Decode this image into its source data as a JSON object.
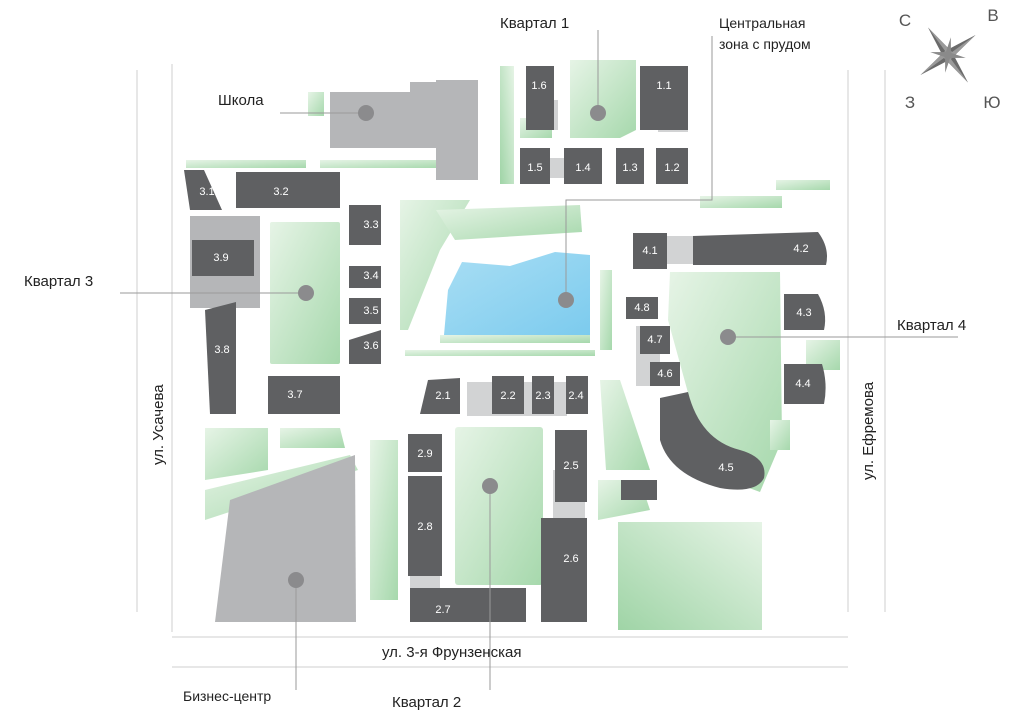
{
  "callouts": {
    "kvartal1": "Квартал 1",
    "central_zone_line1": "Центральная",
    "central_zone_line2": "зона с прудом",
    "school": "Школа",
    "kvartal3": "Квартал 3",
    "kvartal4": "Квартал 4",
    "business_center": "Бизнес-центр",
    "kvartal2": "Квартал 2"
  },
  "streets": {
    "left": "ул. Усачева",
    "right": "ул. Ефремова",
    "bottom": "ул. 3-я Фрунзенская"
  },
  "compass": {
    "n": "С",
    "e": "В",
    "w": "З",
    "s": "Ю"
  },
  "buildings": {
    "b1_1": "1.1",
    "b1_2": "1.2",
    "b1_3": "1.3",
    "b1_4": "1.4",
    "b1_5": "1.5",
    "b1_6": "1.6",
    "b2_1": "2.1",
    "b2_2": "2.2",
    "b2_3": "2.3",
    "b2_4": "2.4",
    "b2_5": "2.5",
    "b2_6": "2.6",
    "b2_7": "2.7",
    "b2_8": "2.8",
    "b2_9": "2.9",
    "b3_1": "3.1",
    "b3_2": "3.2",
    "b3_3": "3.3",
    "b3_4": "3.4",
    "b3_5": "3.5",
    "b3_6": "3.6",
    "b3_7": "3.7",
    "b3_8": "3.8",
    "b3_9": "3.9",
    "b4_1": "4.1",
    "b4_2": "4.2",
    "b4_3": "4.3",
    "b4_4": "4.4",
    "b4_5": "4.5",
    "b4_6": "4.6",
    "b4_7": "4.7",
    "b4_8": "4.8"
  },
  "colors": {
    "building": "#5f6062",
    "green_light": "#e3f2e3",
    "green_dark": "#9dd3a4",
    "pond": "#8fd3f0",
    "gray_block": "#b5b6b8"
  }
}
